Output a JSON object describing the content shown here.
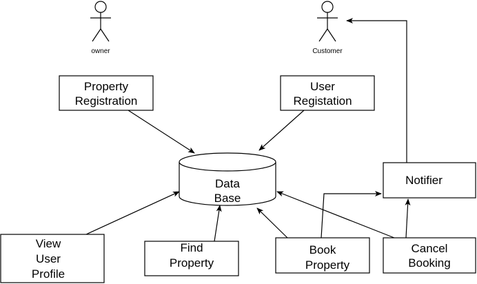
{
  "actors": [
    {
      "id": "owner",
      "label": "owner"
    },
    {
      "id": "customer",
      "label": "Customer"
    }
  ],
  "nodes": [
    {
      "id": "property-registration",
      "lines": [
        "Property",
        "Registration"
      ]
    },
    {
      "id": "user-registration",
      "lines": [
        "User",
        "Registation"
      ]
    },
    {
      "id": "database",
      "lines": [
        "Data",
        "Base"
      ]
    },
    {
      "id": "notifier",
      "lines": [
        "Notifier"
      ]
    },
    {
      "id": "view-user-profile",
      "lines": [
        "View",
        "User",
        "Profile"
      ]
    },
    {
      "id": "find-property",
      "lines": [
        "Find",
        "Property"
      ]
    },
    {
      "id": "book-property",
      "lines": [
        "Book",
        "Property"
      ]
    },
    {
      "id": "cancel-booking",
      "lines": [
        "Cancel",
        "Booking"
      ]
    }
  ],
  "edges": [
    {
      "from": "property-registration",
      "to": "database"
    },
    {
      "from": "user-registration",
      "to": "database"
    },
    {
      "from": "view-user-profile",
      "to": "database"
    },
    {
      "from": "find-property",
      "to": "database"
    },
    {
      "from": "book-property",
      "to": "database"
    },
    {
      "from": "cancel-booking",
      "to": "database"
    },
    {
      "from": "book-property",
      "to": "notifier"
    },
    {
      "from": "cancel-booking",
      "to": "notifier"
    },
    {
      "from": "notifier",
      "to": "customer"
    }
  ],
  "colors": {
    "stroke": "#000000",
    "fill": "#ffffff",
    "text": "#000000"
  }
}
